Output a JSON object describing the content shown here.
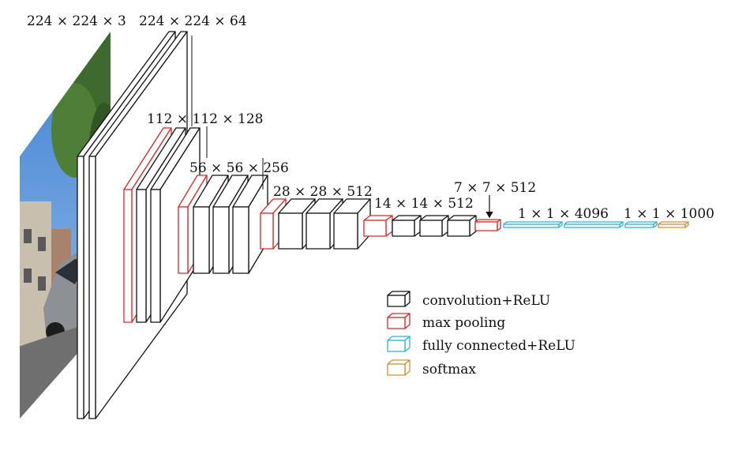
{
  "diagram": {
    "colors": {
      "conv": "#111111",
      "pool": "#d62728",
      "fc": "#26b5d9",
      "softmax": "#c8923c"
    },
    "image": {
      "subject": "street photo of buildings, a tree and a parked car"
    },
    "labels": {
      "input": "224 × 224 × 3",
      "conv1": "224 × 224 × 64",
      "conv2": "112 × 112 × 128",
      "conv3": "56 × 56 × 256",
      "conv4": "28 × 28 × 512",
      "conv5": "14 × 14 × 512",
      "pool5": "7 × 7 × 512",
      "fc": "1 × 1 × 4096",
      "softmax": "1 × 1 × 1000"
    },
    "legend": [
      {
        "key": "conv",
        "label": "convolution+ReLU"
      },
      {
        "key": "pool",
        "label": "max pooling"
      },
      {
        "key": "fc",
        "label": "fully connected+ReLU"
      },
      {
        "key": "softmax",
        "label": "softmax"
      }
    ]
  }
}
